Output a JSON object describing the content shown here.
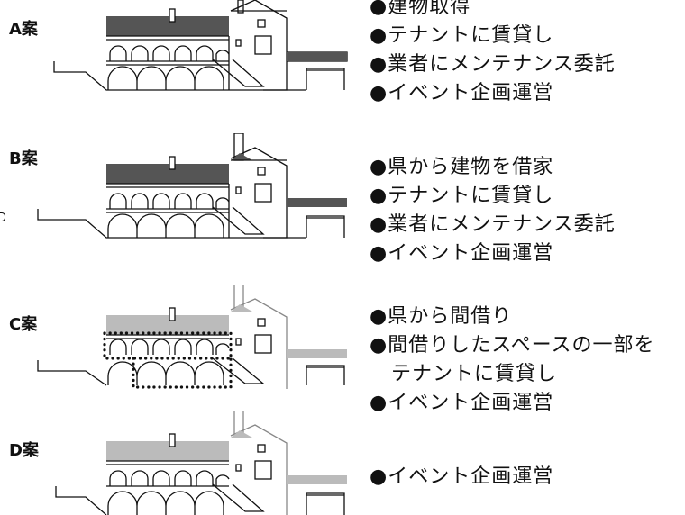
{
  "options": [
    {
      "label": "A案",
      "roof_color": "#555555",
      "bullets": [
        "●建物取得",
        "●テナントに賃貸し",
        "●業者にメンテナンス委託",
        "●イベント企画運営"
      ]
    },
    {
      "label": "B案",
      "roof_color": "#555555",
      "bullets": [
        "●県から建物を借家",
        "●テナントに賃貸し",
        "●業者にメンテナンス委託",
        "●イベント企画運営"
      ]
    },
    {
      "label": "C案",
      "roof_color": "#bbbbbb",
      "bullets": [
        "●県から間借り",
        "●間借りしたスペースの一部を",
        "テナントに賃貸し",
        "●イベント企画運営"
      ]
    },
    {
      "label": "D案",
      "roof_color": "#bbbbbb",
      "bullets": [
        "●イベント企画運営"
      ]
    }
  ],
  "colors": {
    "dark_roof": "#555555",
    "light_roof": "#bbbbbb",
    "line": "#111111",
    "dotted_highlight": "#111111"
  },
  "icons": [
    "building-illustration-icon"
  ]
}
